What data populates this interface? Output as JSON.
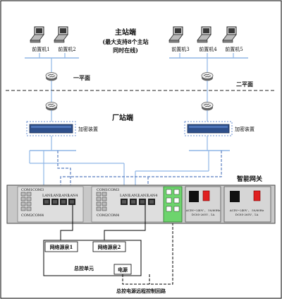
{
  "master": {
    "title": "主站端",
    "note_line1": "(最大支持8个主站",
    "note_line2": "同时在线)",
    "pcs_left": [
      "前置机1",
      "前置机2"
    ],
    "pcs_right": [
      "前置机3",
      "前置机4",
      "前置机5"
    ]
  },
  "planes": {
    "left": "一平面",
    "right": "二平面"
  },
  "plant": {
    "title": "厂站端",
    "encrypt_label": "加密装置"
  },
  "gateway": {
    "title": "智能网关",
    "com_labels": [
      "COM1",
      "COM3",
      "COM2",
      "COM4"
    ],
    "lan_labels": [
      "LAN1",
      "LAN2",
      "LAN3",
      "LAN4"
    ],
    "psu_label_lines": [
      "ACIN~240V 、 50/60Hz",
      "DC85-265V , 1A"
    ]
  },
  "lower": {
    "source1": "网络源泉1",
    "source2": "网络源泉2",
    "unit": "总控单元",
    "power": "电源",
    "loop_label": "总控电源远程控制回路"
  },
  "colors": {
    "line_blue": "#8fb6e6",
    "dashed_blue": "#5a7fc0",
    "psu_green": "#6dd46d",
    "switch_red": "#e02020"
  }
}
